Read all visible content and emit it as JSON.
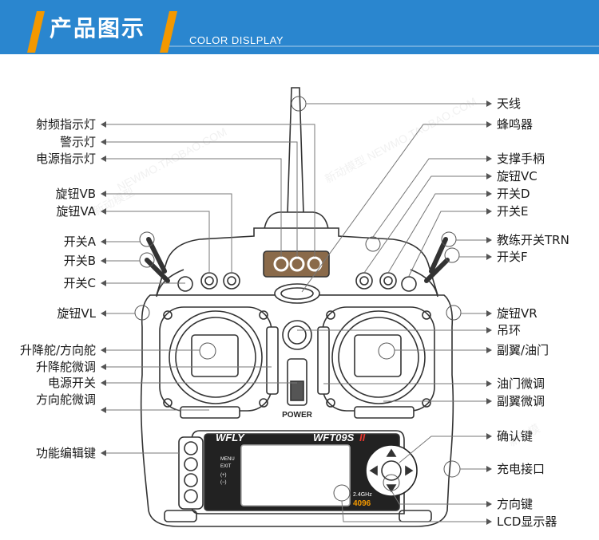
{
  "header": {
    "title": "产品图示",
    "subtitle": "COLOR DISLPLAY",
    "color": "#2a86cf",
    "accent": "#f39800"
  },
  "device": {
    "brand": "WFLY",
    "model": "WFT09S",
    "model_suffix": "II",
    "power_label": "POWER",
    "band": "2.4GHz",
    "code": "4096",
    "menu_label": "MENU",
    "exit_label": "EXIT",
    "plus_label": "(+)",
    "minus_label": "(−)"
  },
  "labels_left": [
    "射频指示灯",
    "警示灯",
    "电源指示灯",
    "旋钮VB",
    "旋钮VA",
    "开关A",
    "开关B",
    "开关C",
    "旋钮VL",
    "升降舵/方向舵",
    "升降舵微调",
    "电源开关",
    "方向舵微调",
    "功能编辑键"
  ],
  "labels_right": [
    "天线",
    "蜂鸣器",
    "支撑手柄",
    "旋钮VC",
    "开关D",
    "开关E",
    "教练开关TRN",
    "开关F",
    "旋钮VR",
    "吊环",
    "副翼/油门",
    "油门微调",
    "副翼微调",
    "确认键",
    "充电接口",
    "方向键",
    "LCD显示器"
  ]
}
